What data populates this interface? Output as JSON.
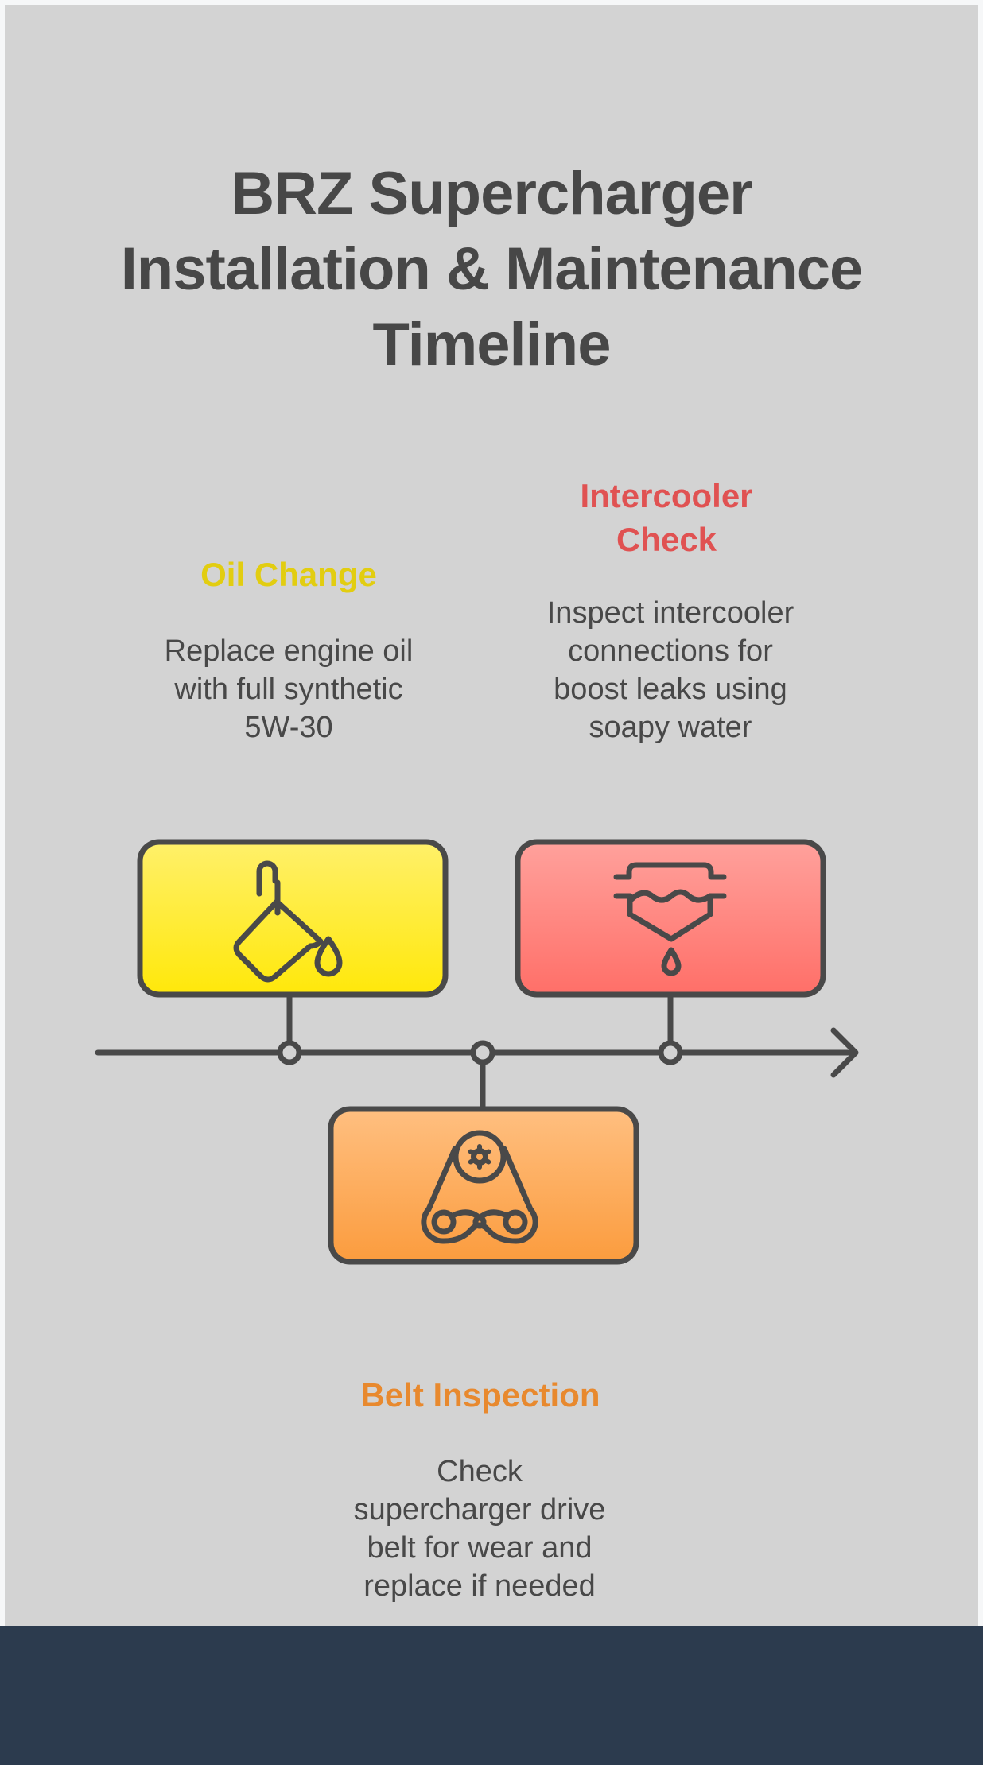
{
  "title": {
    "lines": [
      "BRZ Supercharger",
      "Installation & Maintenance",
      "Timeline"
    ]
  },
  "colors": {
    "background": "#d3d3d3",
    "text": "#484848",
    "stroke": "#494949",
    "footer": "#2c3b4e",
    "oil_accent": "#e2cd10",
    "intercooler_accent": "#e05252",
    "belt_accent": "#e8892e"
  },
  "timeline": {
    "direction": "left-to-right",
    "events": [
      {
        "id": "oil-change",
        "heading_lines": [
          "Oil Change"
        ],
        "description_lines": [
          "Replace engine oil",
          "with full synthetic",
          "5W-30"
        ],
        "icon": "oil-can-pour-icon",
        "position": "above",
        "box_color_top": "#fff06a",
        "box_color_bottom": "#ffe80a"
      },
      {
        "id": "belt-inspection",
        "heading_lines": [
          "Belt Inspection"
        ],
        "description_lines": [
          "Check",
          "supercharger drive",
          "belt for wear and",
          "replace if needed"
        ],
        "icon": "drive-belt-pulley-icon",
        "position": "below",
        "box_color_top": "#ffbf80",
        "box_color_bottom": "#fb9c3e"
      },
      {
        "id": "intercooler-check",
        "heading_lines": [
          "Intercooler",
          "Check"
        ],
        "description_lines": [
          "Inspect intercooler",
          "connections for",
          "boost leaks using",
          "soapy water"
        ],
        "icon": "intercooler-leak-icon",
        "position": "above",
        "box_color_top": "#ffa19c",
        "box_color_bottom": "#ff6f68"
      }
    ]
  }
}
